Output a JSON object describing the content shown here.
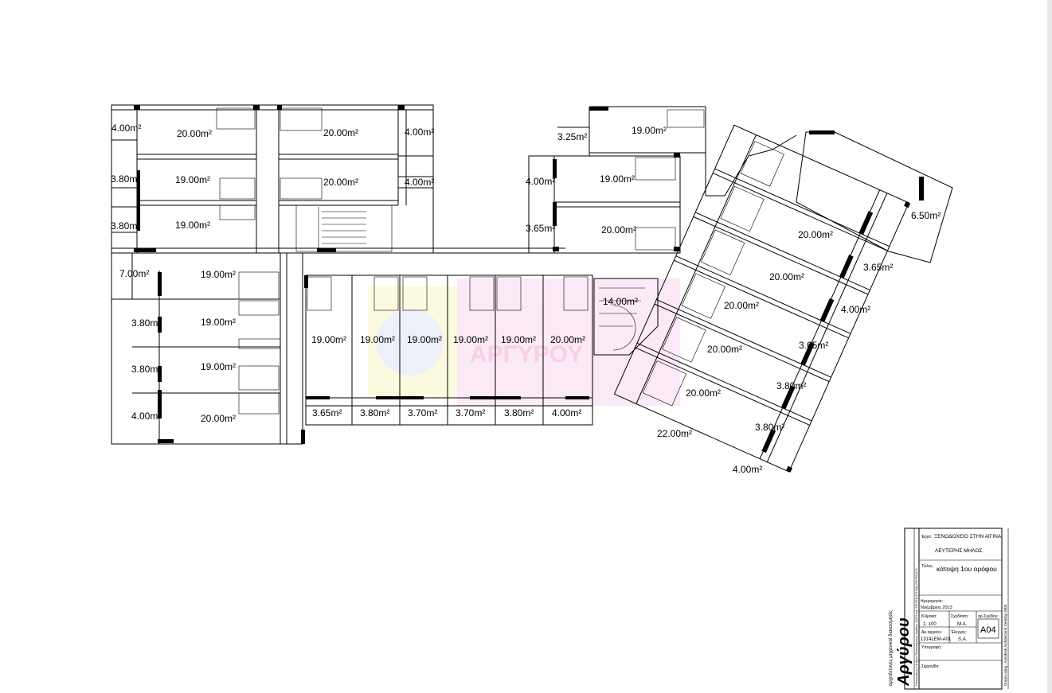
{
  "rooms": [
    "20.00m²",
    "20.00m²",
    "19.00m²",
    "20.00m²",
    "19.00m²",
    "19.00m²",
    "19.00m²",
    "20.00m²",
    "19.00m²",
    "19.00m²",
    "20.00m²",
    "19.00m²",
    "19.00m²",
    "19.00m²",
    "19.00m²",
    "19.00m²",
    "20.00m²",
    "14.00m²",
    "20.00m²",
    "20.00m²",
    "20.00m²",
    "20.00m²",
    "20.00m²",
    "22.00m²"
  ],
  "balconies": [
    "4.00m²",
    "4.00m²",
    "3.80m²",
    "4.00m²",
    "3.80m²",
    "3.25m²",
    "4.00m²",
    "3.65m²",
    "7.00m²",
    "3.80m²",
    "3.80m²",
    "4.00m²",
    "3.65m²",
    "3.80m²",
    "3.70m²",
    "3.70m²",
    "3.80m²",
    "4.00m²",
    "6.50m²",
    "3.65m²",
    "4.00m²",
    "3.65m²",
    "3.80m²",
    "3.80m²",
    "4.00m²"
  ],
  "watermark": "ΑΡΓΥΡΟΥ",
  "title_block": {
    "project_label": "Έργο:",
    "project": "ΞΕΝΟΔΟΧΕΙΟ  ΣΤΗΝ ΑΙΓΙΝΑ",
    "owner": "ΛΕΥΤΕΡΗΣ  ΜΗΛΟΣ",
    "title_label": "Τίτλος:",
    "title": "κάτοψη 1ου ορόφου",
    "date_label": "Ημερομηνία:",
    "date": "Νοέμβριος 2013",
    "scale_label": "Κλίμακα:",
    "scale": "1: 100",
    "drawn_label": "Σχεδίαση:",
    "drawn": "Μ.Α.",
    "sheet_label": "αρ.Σχεδίου:",
    "sheet": "A04",
    "file_label": "Αρ.αρχείου:",
    "file": "1314LEM-A01",
    "checked_label": "Έλεγχος:",
    "checked": "S.A.",
    "signature_label": "Υπογραφή:",
    "stamp_label": "Σφραγίδα:",
    "firm": "αρχιτέκτονες  μηχανικοί  διακοσμητές",
    "logo": "Αργύρου",
    "address": "Ηλιουπόλεως 3 & Αγίου Παντελεήμονος, Αιγάλεω 12243  τηλ: 210 5314170  Φαξ:210 5314171",
    "software": "Drawn using : Autodesk Architectural Desktop 2005"
  }
}
